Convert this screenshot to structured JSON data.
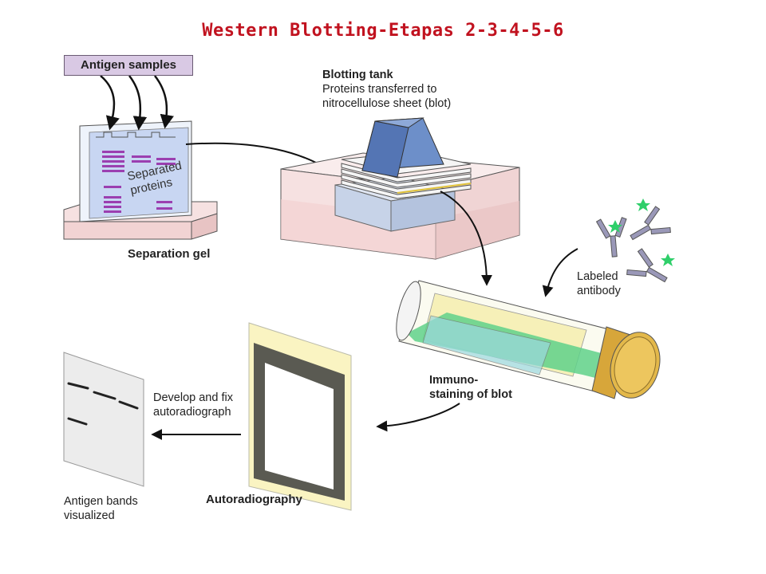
{
  "title": "Western Blotting-Etapas 2-3-4-5-6",
  "labels": {
    "antigen_samples": "Antigen samples",
    "separated_proteins_line1": "Separated",
    "separated_proteins_line2": "proteins",
    "separation_gel": "Separation gel",
    "blotting_tank_title": "Blotting tank",
    "blotting_tank_line2": "Proteins transferred to",
    "blotting_tank_line3": "nitrocellulose sheet (blot)",
    "labeled_antibody_line1": "Labeled",
    "labeled_antibody_line2": "antibody",
    "immuno_line1": "Immuno-",
    "immuno_line2": "staining of blot",
    "develop_line1": "Develop and fix",
    "develop_line2": "autoradiograph",
    "autoradiography": "Autoradiography",
    "antigen_bands_line1": "Antigen bands",
    "antigen_bands_line2": "visualized"
  },
  "colors": {
    "title": "#c1121f",
    "protein_band": "#9b3fb0",
    "gel": "#c8d6f2",
    "tray": "#f6e1e1",
    "weight": "#6d8fc9",
    "tube_fill": "#f6f0b8",
    "blot_green": "#5fd18a",
    "cap": "#e3b84a",
    "antibody": "#9a98b8",
    "label_star": "#2fcf6a"
  }
}
